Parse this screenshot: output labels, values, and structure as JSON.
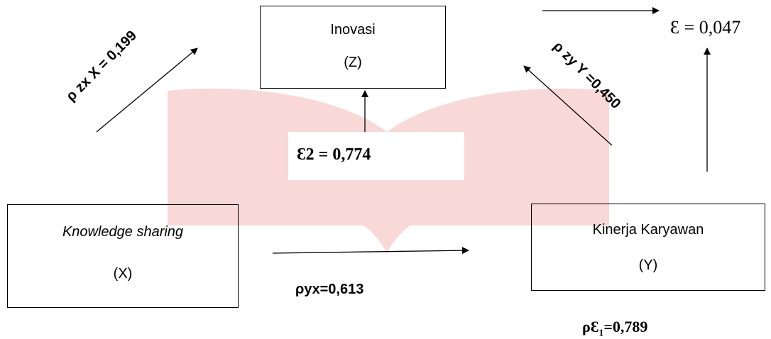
{
  "nodes": {
    "z": {
      "title": "Inovasi",
      "code": "(Z)"
    },
    "x": {
      "title": "Knowledge sharing",
      "code": "(X)"
    },
    "y": {
      "title": "Kinerja Karyawan",
      "code": "(Y)"
    }
  },
  "paths": {
    "zx": "ρ zx X = 0,199",
    "zy": "ρ zy Y =0,450",
    "yx": "ρyx=0,613",
    "e1_prefix": "ρƐ",
    "e1_sub": "1",
    "e1_value": "=0,789"
  },
  "residuals": {
    "e2": "Ɛ2 = 0,774",
    "e": "Ɛ = 0,047"
  },
  "colors": {
    "watermark": "#f4b8b8",
    "line": "#000000"
  },
  "icons": {
    "watermark": "open-book-watermark-icon"
  }
}
